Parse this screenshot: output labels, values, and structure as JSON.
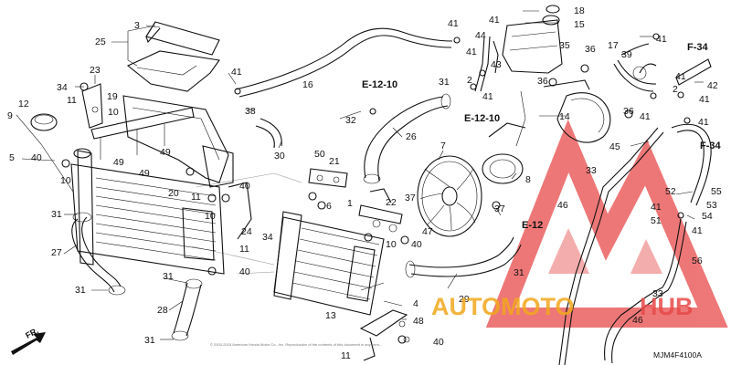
{
  "diagram": {
    "diagram_code": "MJM4F4100A",
    "direction_marker": "FR.",
    "copyright_text": "© 2003-2015 American Honda Motor Co., Inc. Reproduction of the contents of this document in any form...",
    "ref_labels": {
      "ref_e12_10_top": "E-12-10",
      "ref_e12_10_mid": "E-12-10",
      "ref_e12": "E-12",
      "ref_f34_top": "F-34",
      "ref_f34_mid": "F-34"
    },
    "callouts": {
      "c3": "3",
      "c25": "25",
      "c34": "34",
      "c23": "23",
      "c41a": "41",
      "c11a": "11",
      "c12": "12",
      "c9": "9",
      "c19": "19",
      "c10a": "10",
      "c5": "5",
      "c40a": "40",
      "c10b": "10",
      "c31a": "31",
      "c27": "27",
      "c31b": "31",
      "c49a": "49",
      "c49b": "49",
      "c49c": "49",
      "c20": "20",
      "c16": "16",
      "c38": "38",
      "c30": "30",
      "c32": "32",
      "c26": "26",
      "c31c": "31",
      "c50": "50",
      "c21": "21",
      "c6": "6",
      "c22": "22",
      "c1": "1",
      "c37a": "37",
      "c47": "47",
      "c40b": "40",
      "c10c": "10",
      "c11b": "11",
      "c40c": "40",
      "c24": "24",
      "c34b": "34",
      "c10d": "10",
      "c40d": "40",
      "c31d": "31",
      "c11c": "11",
      "c28": "28",
      "c31e": "31",
      "c13": "13",
      "c29": "29",
      "c4": "4",
      "c48": "48",
      "c40e": "40",
      "c11d": "11",
      "c7": "7",
      "c8": "8",
      "c37b": "37",
      "c31f": "31",
      "c18": "18",
      "c15": "15",
      "c41b": "41",
      "c41c": "41",
      "c44": "44",
      "c41d": "41",
      "c43": "43",
      "c2": "2",
      "c41e": "41",
      "c35": "35",
      "c36a": "36",
      "c36b": "36",
      "c39": "39",
      "c17": "17",
      "c41f": "41",
      "c41g": "41",
      "c42": "42",
      "c2b": "2",
      "c41h": "41",
      "c14": "14",
      "c36c": "36",
      "c41i": "41",
      "c45": "45",
      "c41j": "41",
      "c33a": "33",
      "c46a": "46",
      "c52": "52",
      "c55": "55",
      "c53": "53",
      "c41k": "41",
      "c54": "54",
      "c51": "51",
      "c41l": "41",
      "c56": "56",
      "c33b": "33",
      "c46b": "46"
    }
  },
  "watermark": {
    "brand_left": "AUTOMOTO",
    "brand_right": "HUB",
    "color_primary": "#e84a4a",
    "color_secondary": "#f2a81d"
  }
}
